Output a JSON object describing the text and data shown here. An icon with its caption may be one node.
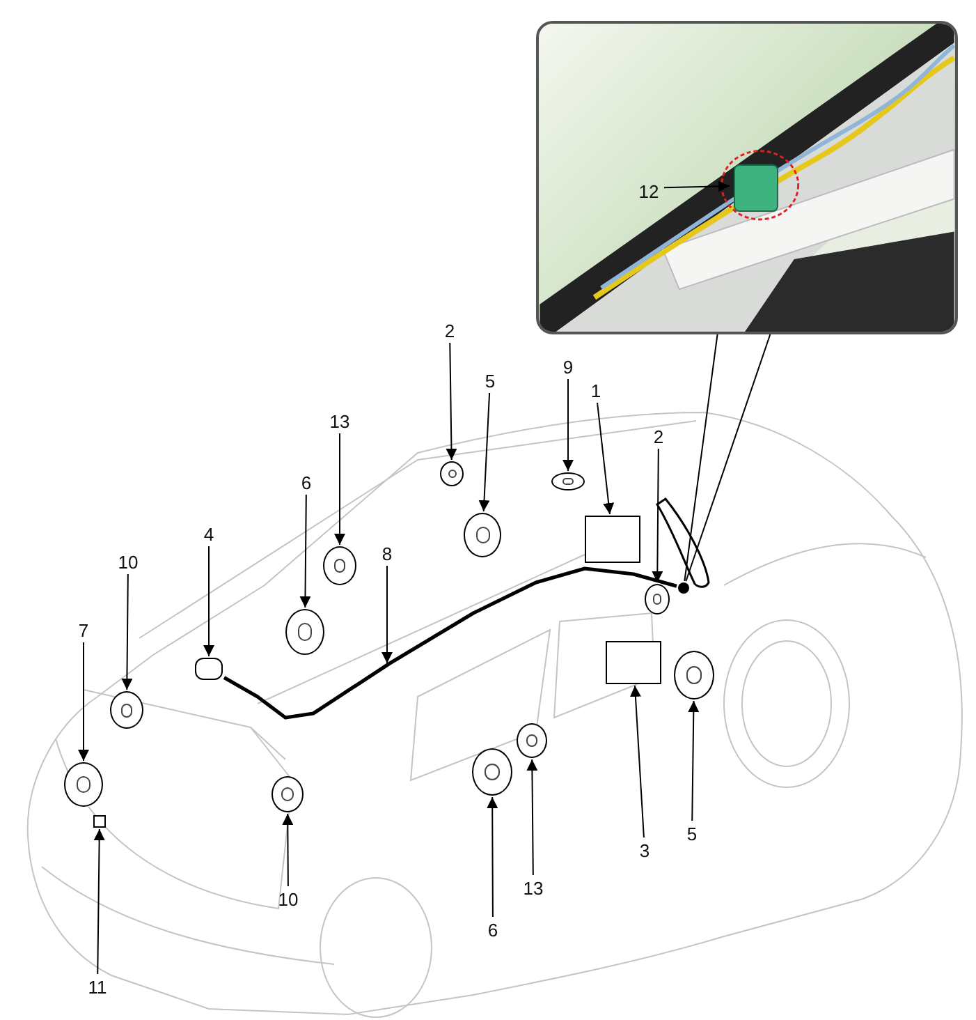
{
  "diagram": {
    "nodes": [
      {
        "text": [],
        "shape": "picture"
      },
      {
        "text": [
          "12"
        ],
        "in": 0
      },
      {
        "text": [],
        "shape": "box",
        "in": 0
      },
      {
        "text": [
          "2"
        ]
      },
      {
        "text": [],
        "shape": "circle"
      },
      {
        "text": [
          "5"
        ]
      },
      {
        "text": [],
        "shape": "circle"
      },
      {
        "text": [
          "9"
        ]
      },
      {
        "text": [],
        "shape": "circle"
      },
      {
        "text": [
          "1"
        ]
      },
      {
        "text": [],
        "shape": "box"
      },
      {
        "text": [
          "2"
        ]
      },
      {
        "text": [],
        "shape": "circle"
      },
      {
        "text": [
          "13"
        ]
      },
      {
        "text": [],
        "shape": "circle"
      },
      {
        "text": [
          "6"
        ]
      },
      {
        "text": [],
        "shape": "circle"
      },
      {
        "text": [
          "4"
        ]
      },
      {
        "text": [],
        "shape": "box"
      },
      {
        "text": [
          "8"
        ]
      },
      {
        "text": [
          "10"
        ]
      },
      {
        "text": [],
        "shape": "circle"
      },
      {
        "text": [
          "7"
        ]
      },
      {
        "text": [],
        "shape": "circle"
      },
      {
        "text": [
          "10"
        ]
      },
      {
        "text": [],
        "shape": "circle"
      },
      {
        "text": [
          "11"
        ]
      },
      {
        "text": [],
        "shape": "box"
      },
      {
        "text": [
          "6"
        ]
      },
      {
        "text": [],
        "shape": "circle"
      },
      {
        "text": [
          "13"
        ]
      },
      {
        "text": [],
        "shape": "circle"
      },
      {
        "text": [
          "3"
        ]
      },
      {
        "text": [],
        "shape": "box"
      },
      {
        "text": [
          "5"
        ]
      },
      {
        "text": [],
        "shape": "circle"
      },
      {
        "text": [],
        "shape": "circle"
      }
    ],
    "edges": [
      {
        "from": 1,
        "to": 2,
        "arrow": "to"
      },
      {
        "from": 3,
        "to": 4,
        "arrow": "to"
      },
      {
        "from": 5,
        "to": 6,
        "arrow": "to"
      },
      {
        "from": 7,
        "to": 8,
        "arrow": "to"
      },
      {
        "from": 9,
        "to": 10,
        "arrow": "to"
      },
      {
        "from": 11,
        "to": 12,
        "arrow": "to"
      },
      {
        "from": 13,
        "to": 14,
        "arrow": "to"
      },
      {
        "from": 15,
        "to": 16,
        "arrow": "to"
      },
      {
        "from": 17,
        "to": 18,
        "arrow": "to"
      },
      {
        "from": 19,
        "to": null,
        "arrow": "to"
      },
      {
        "from": 20,
        "to": 21,
        "arrow": "to"
      },
      {
        "from": 22,
        "to": 23,
        "arrow": "to"
      },
      {
        "from": 24,
        "to": 25,
        "arrow": "to"
      },
      {
        "from": 26,
        "to": 27,
        "arrow": "to"
      },
      {
        "from": 28,
        "to": 29,
        "arrow": "to"
      },
      {
        "from": 30,
        "to": 31,
        "arrow": "to"
      },
      {
        "from": 32,
        "to": 33,
        "arrow": "to"
      },
      {
        "from": 34,
        "to": 35,
        "arrow": "to"
      },
      {
        "from": 36,
        "to": 0,
        "arrow": "none"
      },
      {
        "from": 36,
        "to": 0,
        "arrow": "none"
      },
      {
        "from": 18,
        "to": 36,
        "arrow": "none",
        "style": "thick"
      }
    ]
  }
}
